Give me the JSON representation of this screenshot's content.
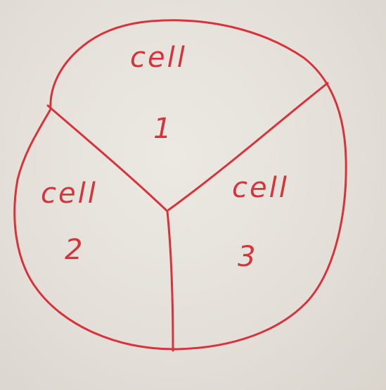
{
  "diagram": {
    "ink_color": "#d8333b",
    "paper_color": "#e6e2dc",
    "cells": [
      {
        "word": "cell",
        "number": "1"
      },
      {
        "word": "cell",
        "number": "2"
      },
      {
        "word": "cell",
        "number": "3"
      }
    ]
  }
}
